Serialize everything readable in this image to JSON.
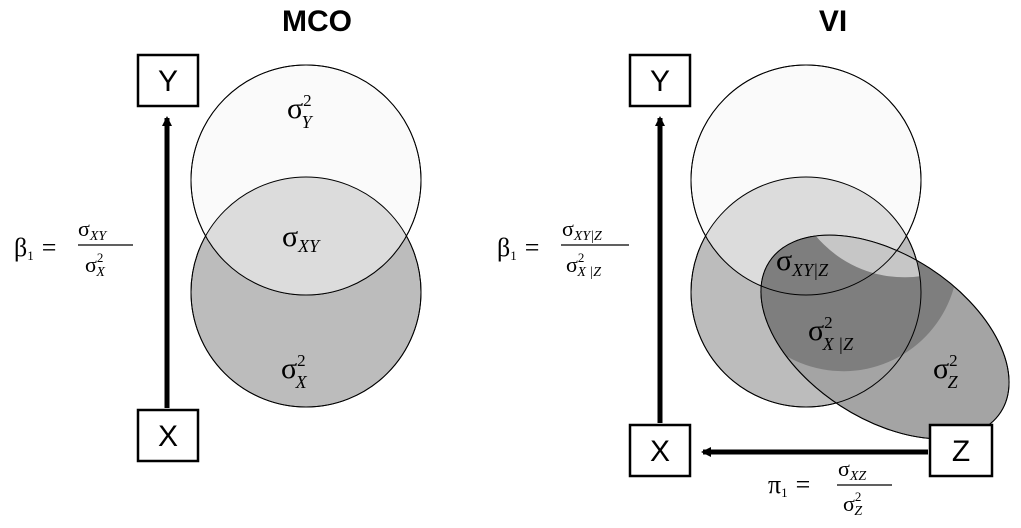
{
  "panels": {
    "mco": {
      "title": "MCO",
      "boxes": {
        "y": "Y",
        "x": "X"
      },
      "regions": {
        "var_y": {
          "symbol": "σ",
          "sup": "2",
          "sub": "Y"
        },
        "cov_xy": {
          "symbol": "σ",
          "sub": "XY"
        },
        "var_x": {
          "symbol": "σ",
          "sup": "2",
          "sub": "X"
        }
      },
      "beta": {
        "symbol": "β",
        "index": "1",
        "equals": "=",
        "num_symbol": "σ",
        "num_sub": "XY",
        "den_symbol": "σ",
        "den_sup": "2",
        "den_sub": "X"
      }
    },
    "vi": {
      "title": "VI",
      "boxes": {
        "y": "Y",
        "x": "X",
        "z": "Z"
      },
      "regions": {
        "cov_xy_z": {
          "symbol": "σ",
          "sub": "XY|Z"
        },
        "var_x_z": {
          "symbol": "σ",
          "sup": "2",
          "sub": "X |Z"
        },
        "var_z": {
          "symbol": "σ",
          "sup": "2",
          "sub": "Z"
        }
      },
      "beta": {
        "symbol": "β",
        "index": "1",
        "equals": "=",
        "num_symbol": "σ",
        "num_sub": "XY|Z",
        "den_symbol": "σ",
        "den_sup": "2",
        "den_sub": "X |Z"
      },
      "pi": {
        "symbol": "π",
        "index": "1",
        "equals": "=",
        "num_symbol": "σ",
        "num_sub": "XZ",
        "den_symbol": "σ",
        "den_sup": "2",
        "den_sub": "Z"
      }
    }
  },
  "colors": {
    "circle_y": "#fafafa",
    "overlap": "#dcdcdc",
    "circle_x": "#bcbcbc",
    "ellipse_z": "#a4a4a4",
    "overlap_xz": "#7e7e7e",
    "stroke": "#000000"
  }
}
